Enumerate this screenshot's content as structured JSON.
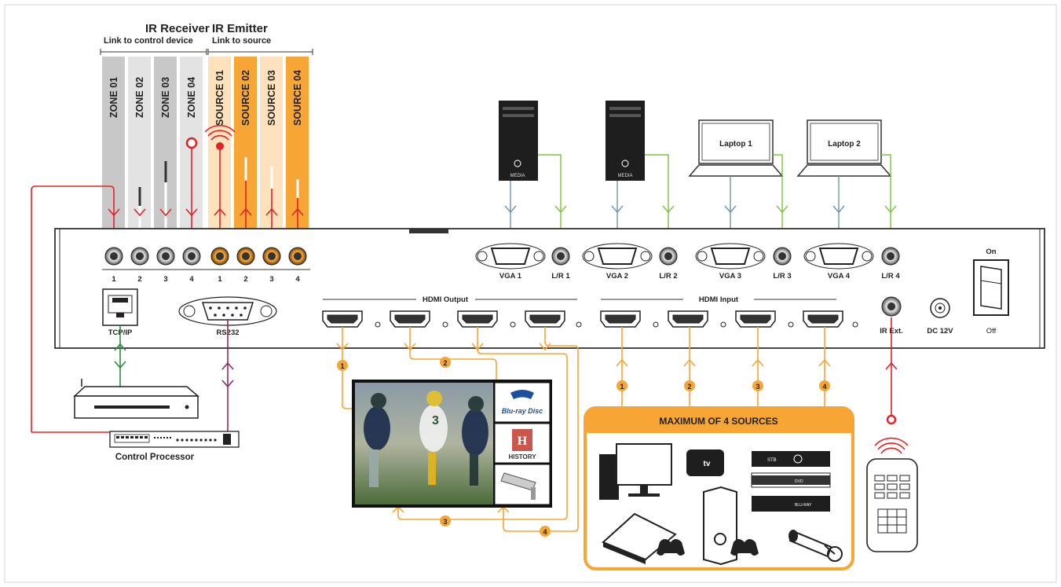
{
  "header": {
    "ir_receiver_title": "IR Receiver",
    "ir_receiver_subtitle": "Link to control device",
    "ir_emitter_title": "IR Emitter",
    "ir_emitter_subtitle": "Link to source"
  },
  "zones": [
    "ZONE 01",
    "ZONE 02",
    "ZONE 03",
    "ZONE 04"
  ],
  "sources": [
    "SOURCE 01",
    "SOURCE 02",
    "SOURCE 03",
    "SOURCE 04"
  ],
  "ir_port_numbers": [
    "1",
    "2",
    "3",
    "4",
    "1",
    "2",
    "3",
    "4"
  ],
  "devices": {
    "pc_label": "MEDIA",
    "laptop_1": "Laptop 1",
    "laptop_2": "Laptop 2"
  },
  "vga_ports": [
    {
      "vga": "VGA 1",
      "audio": "L/R 1"
    },
    {
      "vga": "VGA 2",
      "audio": "L/R 2"
    },
    {
      "vga": "VGA 3",
      "audio": "L/R 3"
    },
    {
      "vga": "VGA 4",
      "audio": "L/R 4"
    }
  ],
  "rear_panel": {
    "tcpip": "TCP/IP",
    "rs232": "RS232",
    "hdmi_output": "HDMI Output",
    "hdmi_input": "HDMI Input",
    "ir_ext": "IR Ext.",
    "dc": "DC 12V",
    "switch_on": "On",
    "switch_off": "Off"
  },
  "control_processor": "Control Processor",
  "sources_box_title": "MAXIMUM OF 4 SOURCES",
  "output_numbers": [
    "1",
    "2",
    "3",
    "4"
  ],
  "input_numbers": [
    "1",
    "2",
    "3",
    "4"
  ],
  "tv_tiles": {
    "bluray": "Blu-ray Disc",
    "history": "HISTORY"
  },
  "source_devices": {
    "apple_tv": "tv",
    "stb": "STB",
    "dvd": "DVD",
    "bluray": "BLU-RAY"
  },
  "colors": {
    "orange": "#f7a535",
    "light_orange": "#fde2bd",
    "red": "#e32227",
    "green": "#2e8b3e",
    "light_green": "#7dc242",
    "purple": "#8b2c64",
    "blue_gray": "#6b95b0",
    "gray": "#c8c8c8"
  }
}
